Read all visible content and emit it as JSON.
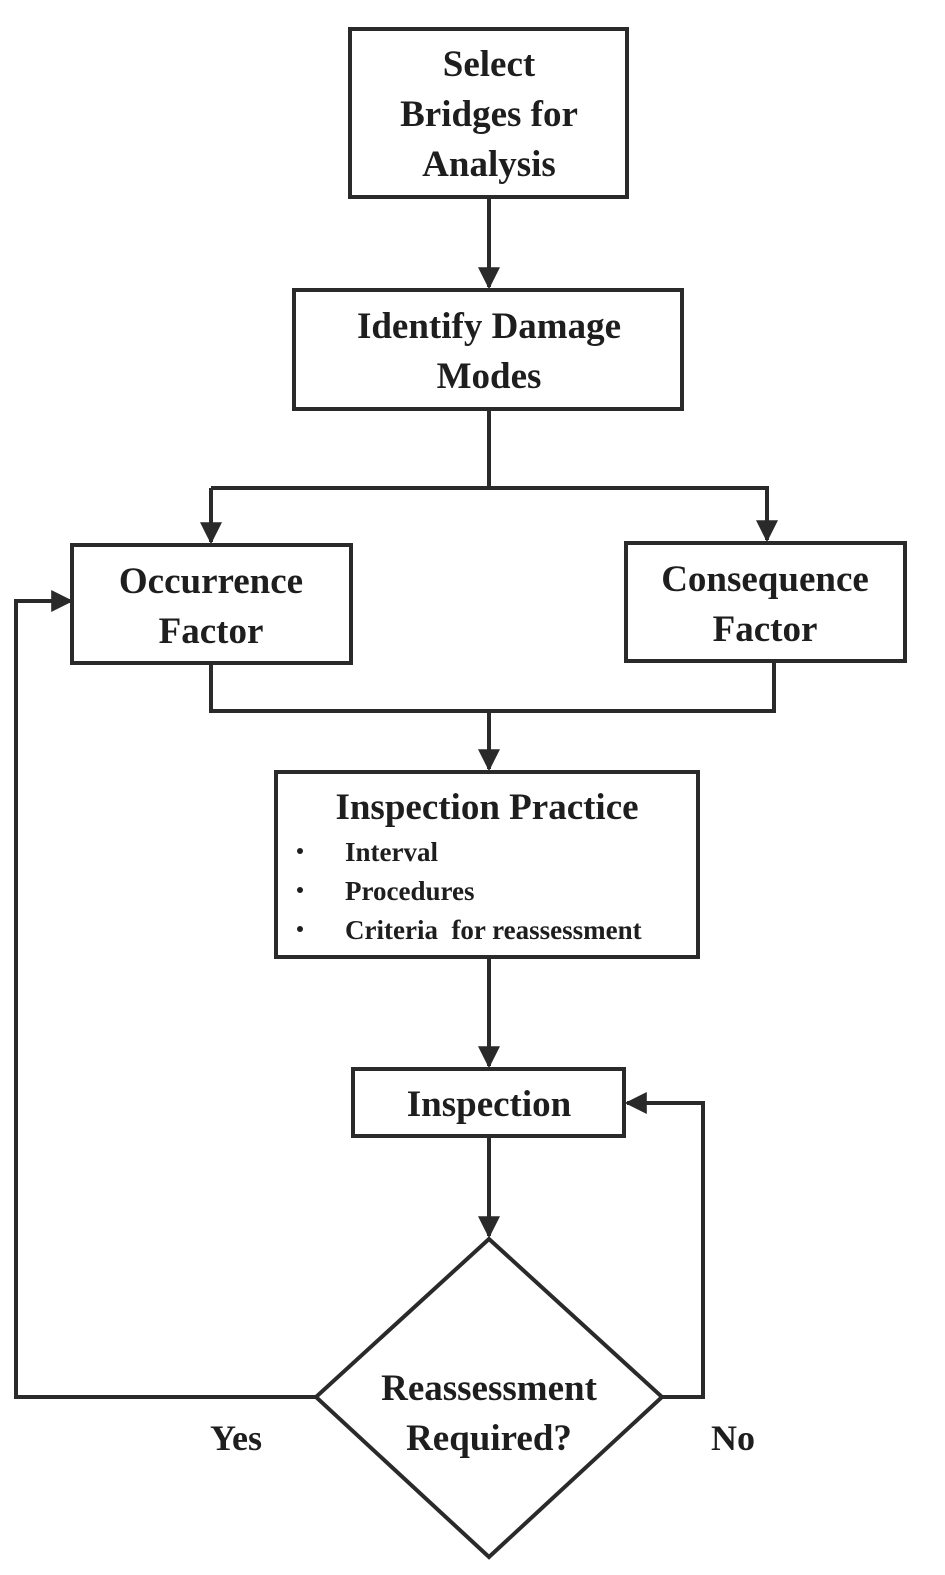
{
  "nodes": {
    "select_bridges": {
      "lines": [
        "Select",
        "Bridges for",
        "Analysis"
      ]
    },
    "identify_damage": {
      "lines": [
        "Identify Damage",
        "Modes"
      ]
    },
    "occurrence": {
      "lines": [
        "Occurrence",
        "Factor"
      ]
    },
    "consequence": {
      "lines": [
        "Consequence",
        "Factor"
      ]
    },
    "inspection_practice": {
      "title": "Inspection Practice",
      "bullets": [
        "Interval",
        "Procedures",
        "Criteria  for reassessment"
      ]
    },
    "inspection": {
      "label": "Inspection"
    },
    "decision": {
      "lines": [
        "Reassessment",
        "Required?"
      ]
    }
  },
  "edges": {
    "yes_label": "Yes",
    "no_label": "No"
  },
  "colors": {
    "stroke": "#2a2a2a",
    "text": "#1e1e1e",
    "background": "#ffffff"
  }
}
